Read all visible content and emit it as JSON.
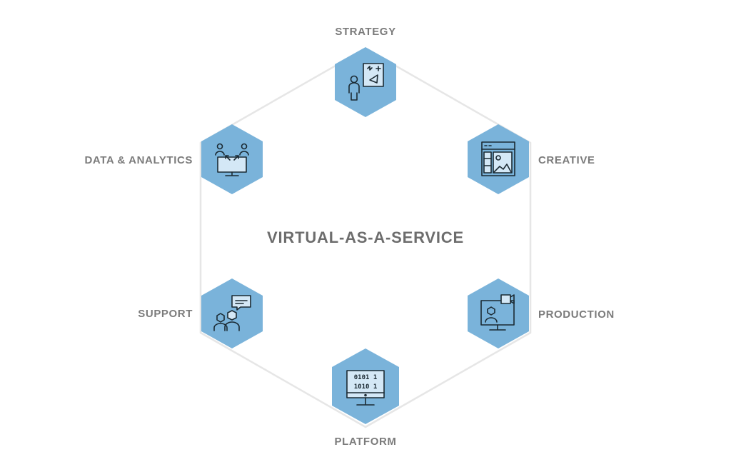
{
  "title": "VIRTUAL-AS-A-SERVICE",
  "colors": {
    "hex_fill": "#7ab3da",
    "outline": "#e6e6e6",
    "label": "#7b7b7b",
    "icon_stroke": "#1b2a33"
  },
  "nodes": [
    {
      "id": "strategy",
      "label": "STRATEGY",
      "icon": "strategy-presentation-icon"
    },
    {
      "id": "creative",
      "label": "CREATIVE",
      "icon": "creative-design-window-icon"
    },
    {
      "id": "production",
      "label": "PRODUCTION",
      "icon": "production-video-monitor-icon"
    },
    {
      "id": "platform",
      "label": "PLATFORM",
      "icon": "platform-binary-monitor-icon"
    },
    {
      "id": "support",
      "label": "SUPPORT",
      "icon": "support-chat-users-icon"
    },
    {
      "id": "data",
      "label": "DATA & ANALYTICS",
      "icon": "data-analytics-monitor-icon"
    }
  ]
}
